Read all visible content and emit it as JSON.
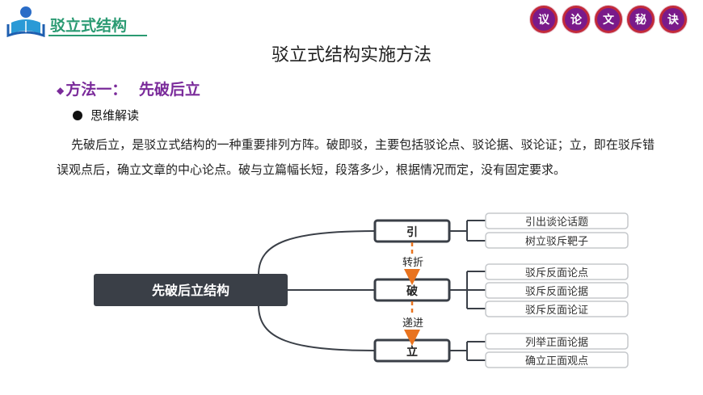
{
  "header": {
    "title": "驳立式结构",
    "badges": [
      "议",
      "论",
      "文",
      "秘",
      "诀"
    ]
  },
  "page_title": "驳立式结构实施方法",
  "method": {
    "label": "方法一：",
    "name": "先破后立"
  },
  "bullet": "思维解读",
  "paragraph": "先破后立，是驳立式结构的一种重要排列方阵。破即驳，主要包括驳论点、驳论据、驳论证；立，即在驳斥错误观点后，确立文章的中心论点。破与立篇幅长短，段落多少，根据情况而定，没有固定要求。",
  "diagram": {
    "root": "先破后立结构",
    "nodes": {
      "yin": "引",
      "po": "破",
      "li": "立"
    },
    "links": {
      "zhuanzhe": "转折",
      "dijin": "递进"
    },
    "leaves": {
      "yin": [
        "引出谈论话题",
        "树立驳斥靶子"
      ],
      "po": [
        "驳斥反面论点",
        "驳斥反面论据",
        "驳斥反面论证"
      ],
      "li": [
        "列举正面论据",
        "确立正面观点"
      ]
    },
    "colors": {
      "root_fill": "#3a3f47",
      "box_stroke": "#3a3f47",
      "leaf_stroke": "#bfc2c6",
      "arrow": "#e8731f"
    }
  }
}
